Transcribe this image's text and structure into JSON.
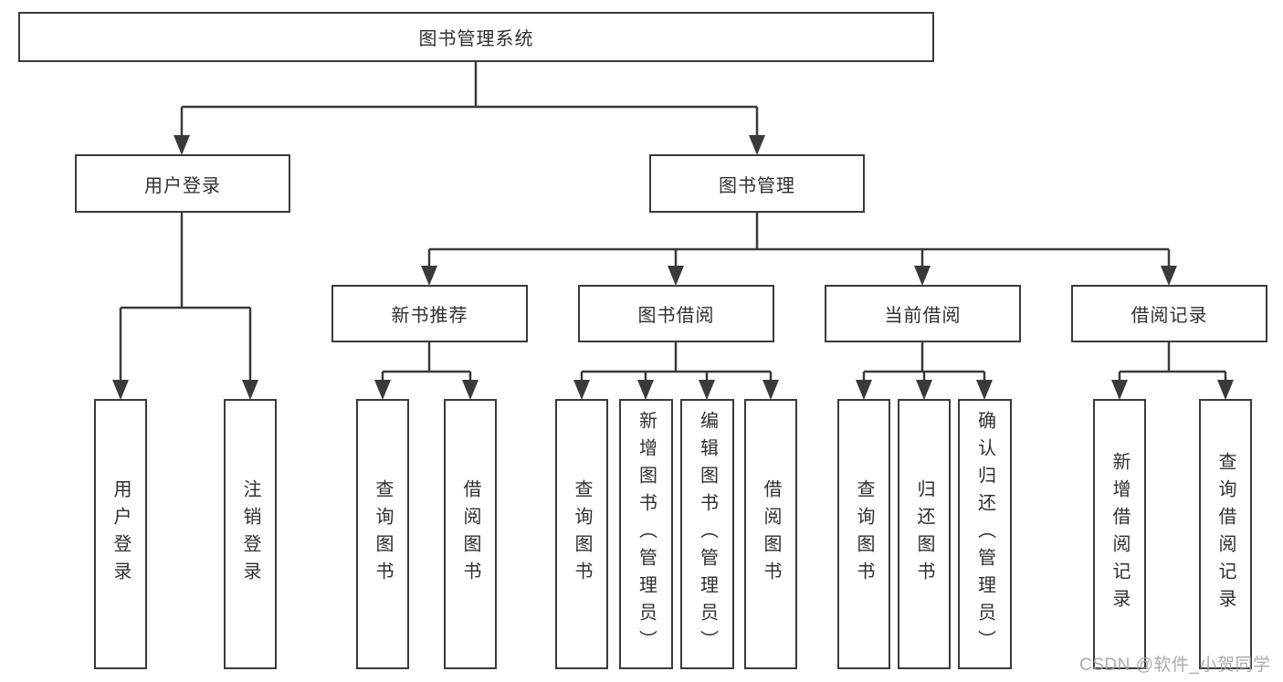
{
  "diagram": {
    "line_color": "#3a3a3a",
    "background_color": "#ffffff",
    "watermark": "CSDN @软件_小贺同学",
    "tree": {
      "root": {
        "label": "图书管理系统",
        "children": [
          {
            "label": "用户登录",
            "children": [
              {
                "label": "用户登录"
              },
              {
                "label": "注销登录"
              }
            ]
          },
          {
            "label": "图书管理",
            "children": [
              {
                "label": "新书推荐",
                "children": [
                  {
                    "label": "查询图书"
                  },
                  {
                    "label": "借阅图书"
                  }
                ]
              },
              {
                "label": "图书借阅",
                "children": [
                  {
                    "label": "查询图书"
                  },
                  {
                    "label": "新增图书（管理员）"
                  },
                  {
                    "label": "编辑图书（管理员）"
                  },
                  {
                    "label": "借阅图书"
                  }
                ]
              },
              {
                "label": "当前借阅",
                "children": [
                  {
                    "label": "查询图书"
                  },
                  {
                    "label": "归还图书"
                  },
                  {
                    "label": "确认归还（管理员）"
                  }
                ]
              },
              {
                "label": "借阅记录",
                "children": [
                  {
                    "label": "新增借阅记录"
                  },
                  {
                    "label": "查询借阅记录"
                  }
                ]
              }
            ]
          }
        ]
      }
    }
  }
}
